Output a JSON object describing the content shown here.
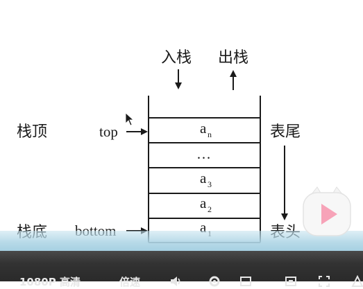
{
  "diagram": {
    "push_label": "入栈",
    "pop_label": "出栈",
    "stack_top_label": "栈顶",
    "stack_bottom_label": "栈底",
    "top_pointer": "top",
    "bottom_pointer": "bottom",
    "table_tail_label": "表尾",
    "table_head_label": "表头",
    "cells": [
      {
        "main": "a",
        "sub": "n"
      },
      {
        "main": "…",
        "sub": ""
      },
      {
        "main": "a",
        "sub": "3"
      },
      {
        "main": "a",
        "sub": "2"
      },
      {
        "main": "a",
        "sub": "1"
      }
    ]
  },
  "player": {
    "quality_label": "1080P 高清",
    "speed_label": "倍速",
    "icons": [
      "volume-icon",
      "settings-icon",
      "fullscreen-window-icon",
      "webpage-fullscreen-icon",
      "fullscreen-icon"
    ]
  },
  "play_badge": {
    "icon": "play-icon",
    "accent_color": "#f7a3b8"
  },
  "colors": {
    "water": "#b4d8e6",
    "player_bar": "#2f2f2f"
  }
}
